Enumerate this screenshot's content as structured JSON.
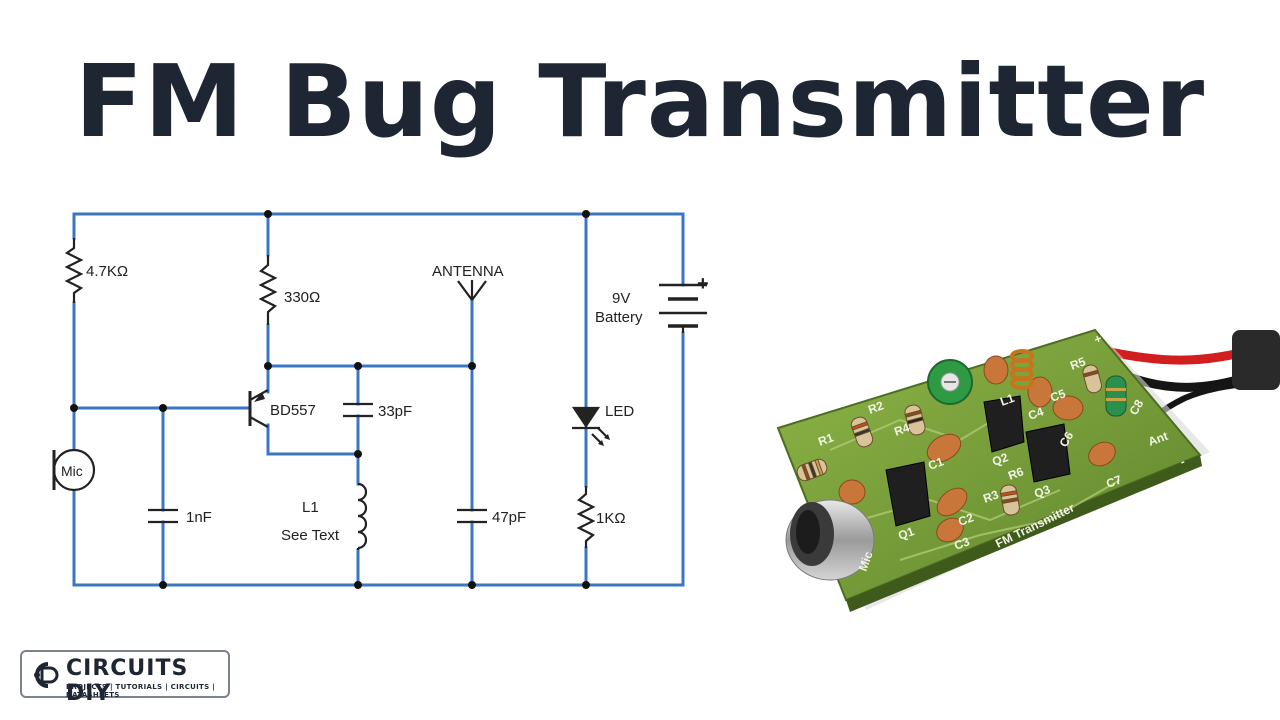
{
  "title": "FM Bug Transmitter",
  "colors": {
    "wire": "#3b76c4",
    "component": "#222222",
    "title": "#1e2633",
    "pcb": "#7a9e3a"
  },
  "schematic": {
    "r1": "4.7KΩ",
    "r2": "330Ω",
    "r3": "1KΩ",
    "transistor": "BD557",
    "c_feedback": "33pF",
    "c_input": "1nF",
    "c_tank": "47pF",
    "coil_name": "L1",
    "coil_note": "See Text",
    "antenna": "ANTENNA",
    "led": "LED",
    "battery_voltage": "9V",
    "battery_word": "Battery",
    "battery_plus": "+",
    "mic": "Mic"
  },
  "pcb": {
    "board_label": "FM Transmitter",
    "refs": [
      "R1",
      "R2",
      "R3",
      "R4",
      "R5",
      "R6",
      "C1",
      "C2",
      "C3",
      "C4",
      "C5",
      "C6",
      "C7",
      "C8",
      "Q1",
      "Q2",
      "Q3",
      "L1",
      "Mic",
      "Ant",
      "+",
      "-"
    ]
  },
  "logo": {
    "name": "CIRCUITS DIY",
    "tagline": "PROJECTS | TUTORIALS | CIRCUITS | DATASHEETS"
  }
}
